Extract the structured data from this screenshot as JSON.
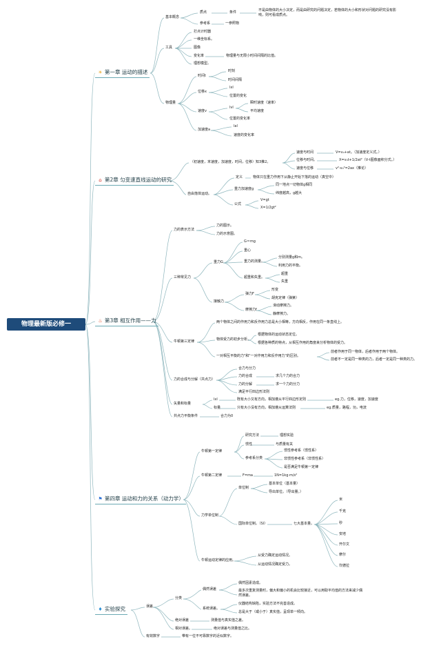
{
  "root": "物理最新版必修一",
  "chapters": {
    "c1": {
      "label": "第一章 运动的描述",
      "icon": "sun-icon",
      "icon_glyph": "☀",
      "icon_color": "#e8a21a"
    },
    "c2": {
      "label": "第2章 匀变速直线运动的研究",
      "icon": "home-icon",
      "icon_glyph": "⌂",
      "icon_color": "#d8362b"
    },
    "c3": {
      "label": "第3章 相互作用——力",
      "icon": "fire-icon",
      "icon_glyph": "♨",
      "icon_color": "#e04a1f"
    },
    "c4": {
      "label": "第四章 运动和力的关系（动力学）",
      "icon": "flag-icon",
      "icon_glyph": "⚑",
      "icon_color": "#2a6fd6"
    },
    "c5": {
      "label": "实验探究",
      "icon": "flame-icon",
      "icon_glyph": "♦",
      "icon_color": "#2a8fd6"
    }
  },
  "n": {
    "c1_basic": "基本概念",
    "c1_point": "质点",
    "c1_cond": "条件",
    "c1_cond_text": "不是由物体的大小决定，而是由研究的问题决定，若物体的大小和形状对问题的研究没有影响，则可看成质点。",
    "c1_ref": "参考系",
    "c1_ref_val": "一参照物",
    "c1_tools": "工具",
    "c1_timer": "打点计时器",
    "c1_coord": "一维坐标系。",
    "c1_image": "图像",
    "c1_rate": "变化率",
    "c1_rate_text": "物理量与无限小时间间隔的比值。",
    "c1_model": "理想模型。",
    "c1_qty": "物理量",
    "c1_time": "时间t",
    "c1_moment": "时刻",
    "c1_interval": "时间间隔",
    "c1_disp": "位移x",
    "c1_disp_vec": "lxl",
    "c1_pos_change": "位置的变化",
    "c1_vel": "速度v",
    "c1_vel_vec": "lvl",
    "c1_inst_v": "瞬时速度（速率）",
    "c1_avg_v": "平均速度",
    "c1_pos_rate": "位置的变化率",
    "c1_acc": "加速度a",
    "c1_acc_vec": "lal",
    "c1_vel_rate": "速度的变化率",
    "c2_five": "（初速度，末速度，加速度，时间，位移）知3推2。",
    "c2_vt": "速度与时间",
    "c2_vt_f": "V=v₀+at。（加速度定义式。）",
    "c2_xt": "位移与时间。",
    "c2_xt_f": "X=v₀t+1/2at²（V-t图像面积分式。）",
    "c2_vx": "速度与位移",
    "c2_vx_f": "v²-v₀²=2ax（推论）",
    "c2_free": "自由落体运动。",
    "c2_def": "定义",
    "c2_def_text": "物体只在重力作用下从静止开始下落的运动（真空中）",
    "c2_g": "重力加速度g",
    "c2_g1": "同一地点一切物体g相同",
    "c2_g2": "纬度越高，g越大",
    "c2_formula": "公式",
    "c2_f1": "V=gt",
    "c2_f2": "X=1/2gt²",
    "c3_repr": "力的表示方法",
    "c3_diagram": "力的图示。",
    "c3_sketch": "力的示意图。",
    "c3_three": "三种常见力",
    "c3_grav": "重力G",
    "c3_mg": "G＝mg",
    "c3_cg": "重心",
    "c3_gmeas": "重力的测量。",
    "c3_spring": "分别测量g和m。",
    "c3_balance": "利用力的平衡。",
    "c3_over": "超重和失重。",
    "c3_overw": "超重",
    "c3_underw": "失重",
    "c3_contact": "接触力",
    "c3_elastic": "弹力F",
    "c3_deform": "形变",
    "c3_hooke": "胡克定律（弹簧）",
    "c3_fric": "摩擦力f",
    "c3_slide": "滑动摩擦力。",
    "c3_static": "静摩擦力。",
    "c3_n3": "牛顿第三定律",
    "c3_n3_text": "两个物体之间的作用力和反作用力总是大小相等，方向相反，作用在同一条直线上。",
    "c3_analysis": "物体受力的初步分析。",
    "c3_an1": "根据物体的运动状态定位。",
    "c3_an2": "根据各种质的特点，从相互作用的角度来分析物体的受力。",
    "c3_pair": "一对相互平衡的力\"和\"一对作用力和反作用力\"的区别。",
    "c3_pair1": "前者作用于同一物体，后者作用于两个物体。",
    "c3_pair2": "前者不一定是同一种类的力，后者一定是同一种类的力。",
    "c3_comp": "力的合成与分解（共点力）",
    "c3_resultant": "合力与分力",
    "c3_synth": "力的合成",
    "c3_synth_t": "求几个力的合力",
    "c3_decomp": "力的分解",
    "c3_decomp_t": "求一个力的分力",
    "c3_parallel": "满足平行四边形法则",
    "c3_vs": "矢量和标量",
    "c3_vec": "lxl",
    "c3_vec_t": "既有大小又有方向，相加遵从平行四边形定则",
    "c3_vec_e": "eg.力，位移，速度，加速度",
    "c3_scalar": "标量",
    "c3_scalar_t": "只有大小没有方向，相加遵从运算法则",
    "c3_scalar_e": "eg.质量，路程，功，电流",
    "c3_eq": "共点力平衡条件",
    "c3_eq_t": "合力为0",
    "c4_n1": "牛顿第一定律",
    "c4_method": "研究方法",
    "c4_ideal": "理想实验",
    "c4_inertia": "惯性",
    "c4_mass": "与质量有关",
    "c4_refc": "参考系分类",
    "c4_inertial": "惯性参考系（惯性系）",
    "c4_noninertial": "非惯性参考系（非惯性系）",
    "c4_hold": "是否满足牛顿第一定律",
    "c4_n2": "牛顿第二定律",
    "c4_fma": "F=ma",
    "c4_unit_n": "1N=1kg·m/s²",
    "c4_units": "力学单位制",
    "c4_unit": "单位制",
    "c4_base": "基本单位（基本量）",
    "c4_derived": "导出单位。（导出量。）",
    "c4_si": "国际单位制。（SI）",
    "c4_seven": "七大基本量。",
    "c4_u": [
      "米",
      "千克",
      "秒",
      "安培",
      "开尔文",
      "摩尔",
      "坎德拉"
    ],
    "c4_app": "牛顿运动定律的应用。",
    "c4_app1": "从受力确定运动情况。",
    "c4_app2": "从运动情况确定受力。",
    "c5_error": "误差",
    "c5_class": "分类",
    "c5_rand": "偶然误差",
    "c5_rand1": "偶然因素造成。",
    "c5_rand2": "最多次重复测量时，偏大和偏小的机会比较接近，可以用取平均值的方法来减少偶然误差。",
    "c5_sys": "系统误差。",
    "c5_sys1": "仪器结构缺陷，实验方法不完善造成。",
    "c5_sys2": "总是大于（或小于）真实值，呈现单一倾向。",
    "c5_abs": "绝对误差",
    "c5_abs_t": "测量值与真实值之差。",
    "c5_rel": "相对误差。",
    "c5_rel_t": "绝对误差与测量值之比。",
    "c5_sig": "有效数字",
    "c5_sig_t": "带有一位不可靠数字的近似数字。"
  }
}
